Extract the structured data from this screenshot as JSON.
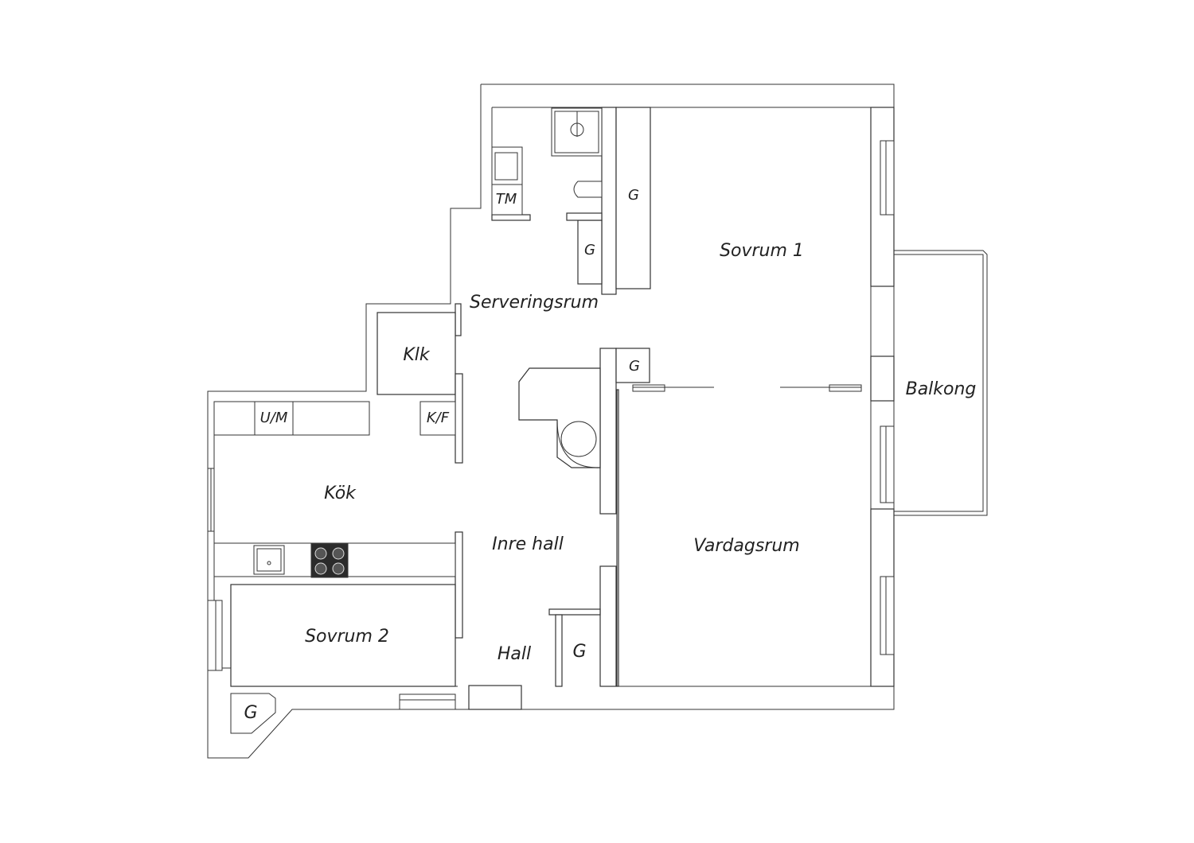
{
  "rooms": {
    "sovrum1": "Sovrum 1",
    "serveringsrum": "Serveringsrum",
    "klk": "Klk",
    "kok": "Kök",
    "inre_hall": "Inre hall",
    "vardagsrum": "Vardagsrum",
    "balkong": "Balkong",
    "sovrum2": "Sovrum 2",
    "hall": "Hall"
  },
  "fixtures": {
    "tm": "TM",
    "um": "U/M",
    "kf": "K/F",
    "garderob": "G"
  },
  "colors": {
    "wall_stroke": "#333333",
    "background": "#ffffff",
    "stove": "#2b2b2b"
  }
}
